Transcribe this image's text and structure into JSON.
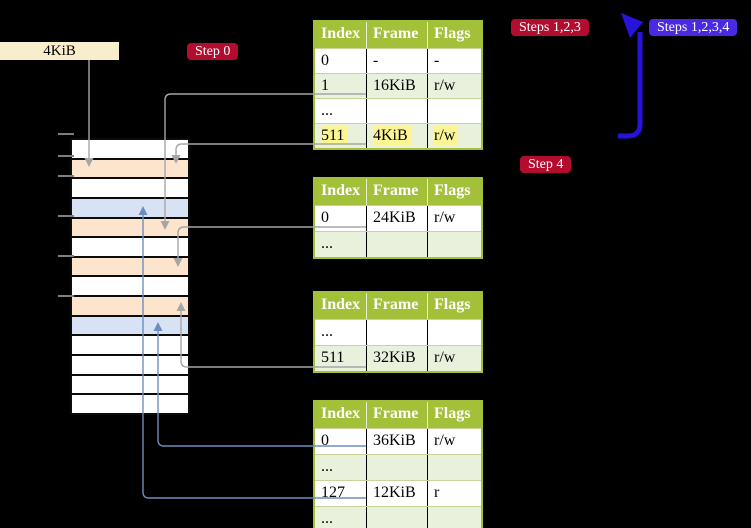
{
  "size_label": "4KiB",
  "badges": {
    "step0": "Step 0",
    "steps123": "Steps 1,2,3",
    "steps1234": "Steps 1,2,3,4",
    "step4": "Step 4"
  },
  "colors": {
    "badge_red": "#b20d2e",
    "badge_violet": "#4b28e2",
    "arrow_blue": "#2713dc",
    "connector_gray": "#a6a6a6",
    "connector_blue": "#6c8ebf",
    "table_green": "#a2c139",
    "table_row_green": "#e9f0db",
    "highlight_yellow": "#fbf593",
    "mem_orange": "#fce5cc",
    "mem_blue": "#d7e3f5",
    "label_cream": "#f9eecb"
  },
  "memory": {
    "rows": [
      "white",
      "orange",
      "white",
      "blue",
      "orange",
      "white",
      "orange",
      "white",
      "orange",
      "blue",
      "white",
      "white",
      "white",
      "white"
    ]
  },
  "tables": [
    {
      "name": "page-table-1",
      "headers": [
        "Index",
        "Frame",
        "Flags"
      ],
      "rows": [
        {
          "cells": [
            "0",
            "-",
            "-"
          ],
          "shaded": false,
          "highlight": false
        },
        {
          "cells": [
            "1",
            "16KiB",
            "r/w"
          ],
          "shaded": true,
          "highlight": false
        },
        {
          "cells": [
            "...",
            "",
            ""
          ],
          "shaded": false,
          "highlight": false
        },
        {
          "cells": [
            "511",
            "4KiB",
            "r/w"
          ],
          "shaded": true,
          "highlight": true
        }
      ]
    },
    {
      "name": "page-table-2",
      "headers": [
        "Index",
        "Frame",
        "Flags"
      ],
      "rows": [
        {
          "cells": [
            "0",
            "24KiB",
            "r/w"
          ],
          "shaded": false,
          "highlight": false
        },
        {
          "cells": [
            "...",
            "",
            ""
          ],
          "shaded": true,
          "highlight": false
        }
      ]
    },
    {
      "name": "page-table-3",
      "headers": [
        "Index",
        "Frame",
        "Flags"
      ],
      "rows": [
        {
          "cells": [
            "...",
            "",
            ""
          ],
          "shaded": false,
          "highlight": false
        },
        {
          "cells": [
            "511",
            "32KiB",
            "r/w"
          ],
          "shaded": true,
          "highlight": false
        }
      ]
    },
    {
      "name": "page-table-4",
      "headers": [
        "Index",
        "Frame",
        "Flags"
      ],
      "rows": [
        {
          "cells": [
            "0",
            "36KiB",
            "r/w"
          ],
          "shaded": false,
          "highlight": false
        },
        {
          "cells": [
            "...",
            "",
            ""
          ],
          "shaded": true,
          "highlight": false
        },
        {
          "cells": [
            "127",
            "12KiB",
            "r"
          ],
          "shaded": false,
          "highlight": false
        },
        {
          "cells": [
            "...",
            "",
            ""
          ],
          "shaded": true,
          "highlight": false
        }
      ]
    }
  ]
}
